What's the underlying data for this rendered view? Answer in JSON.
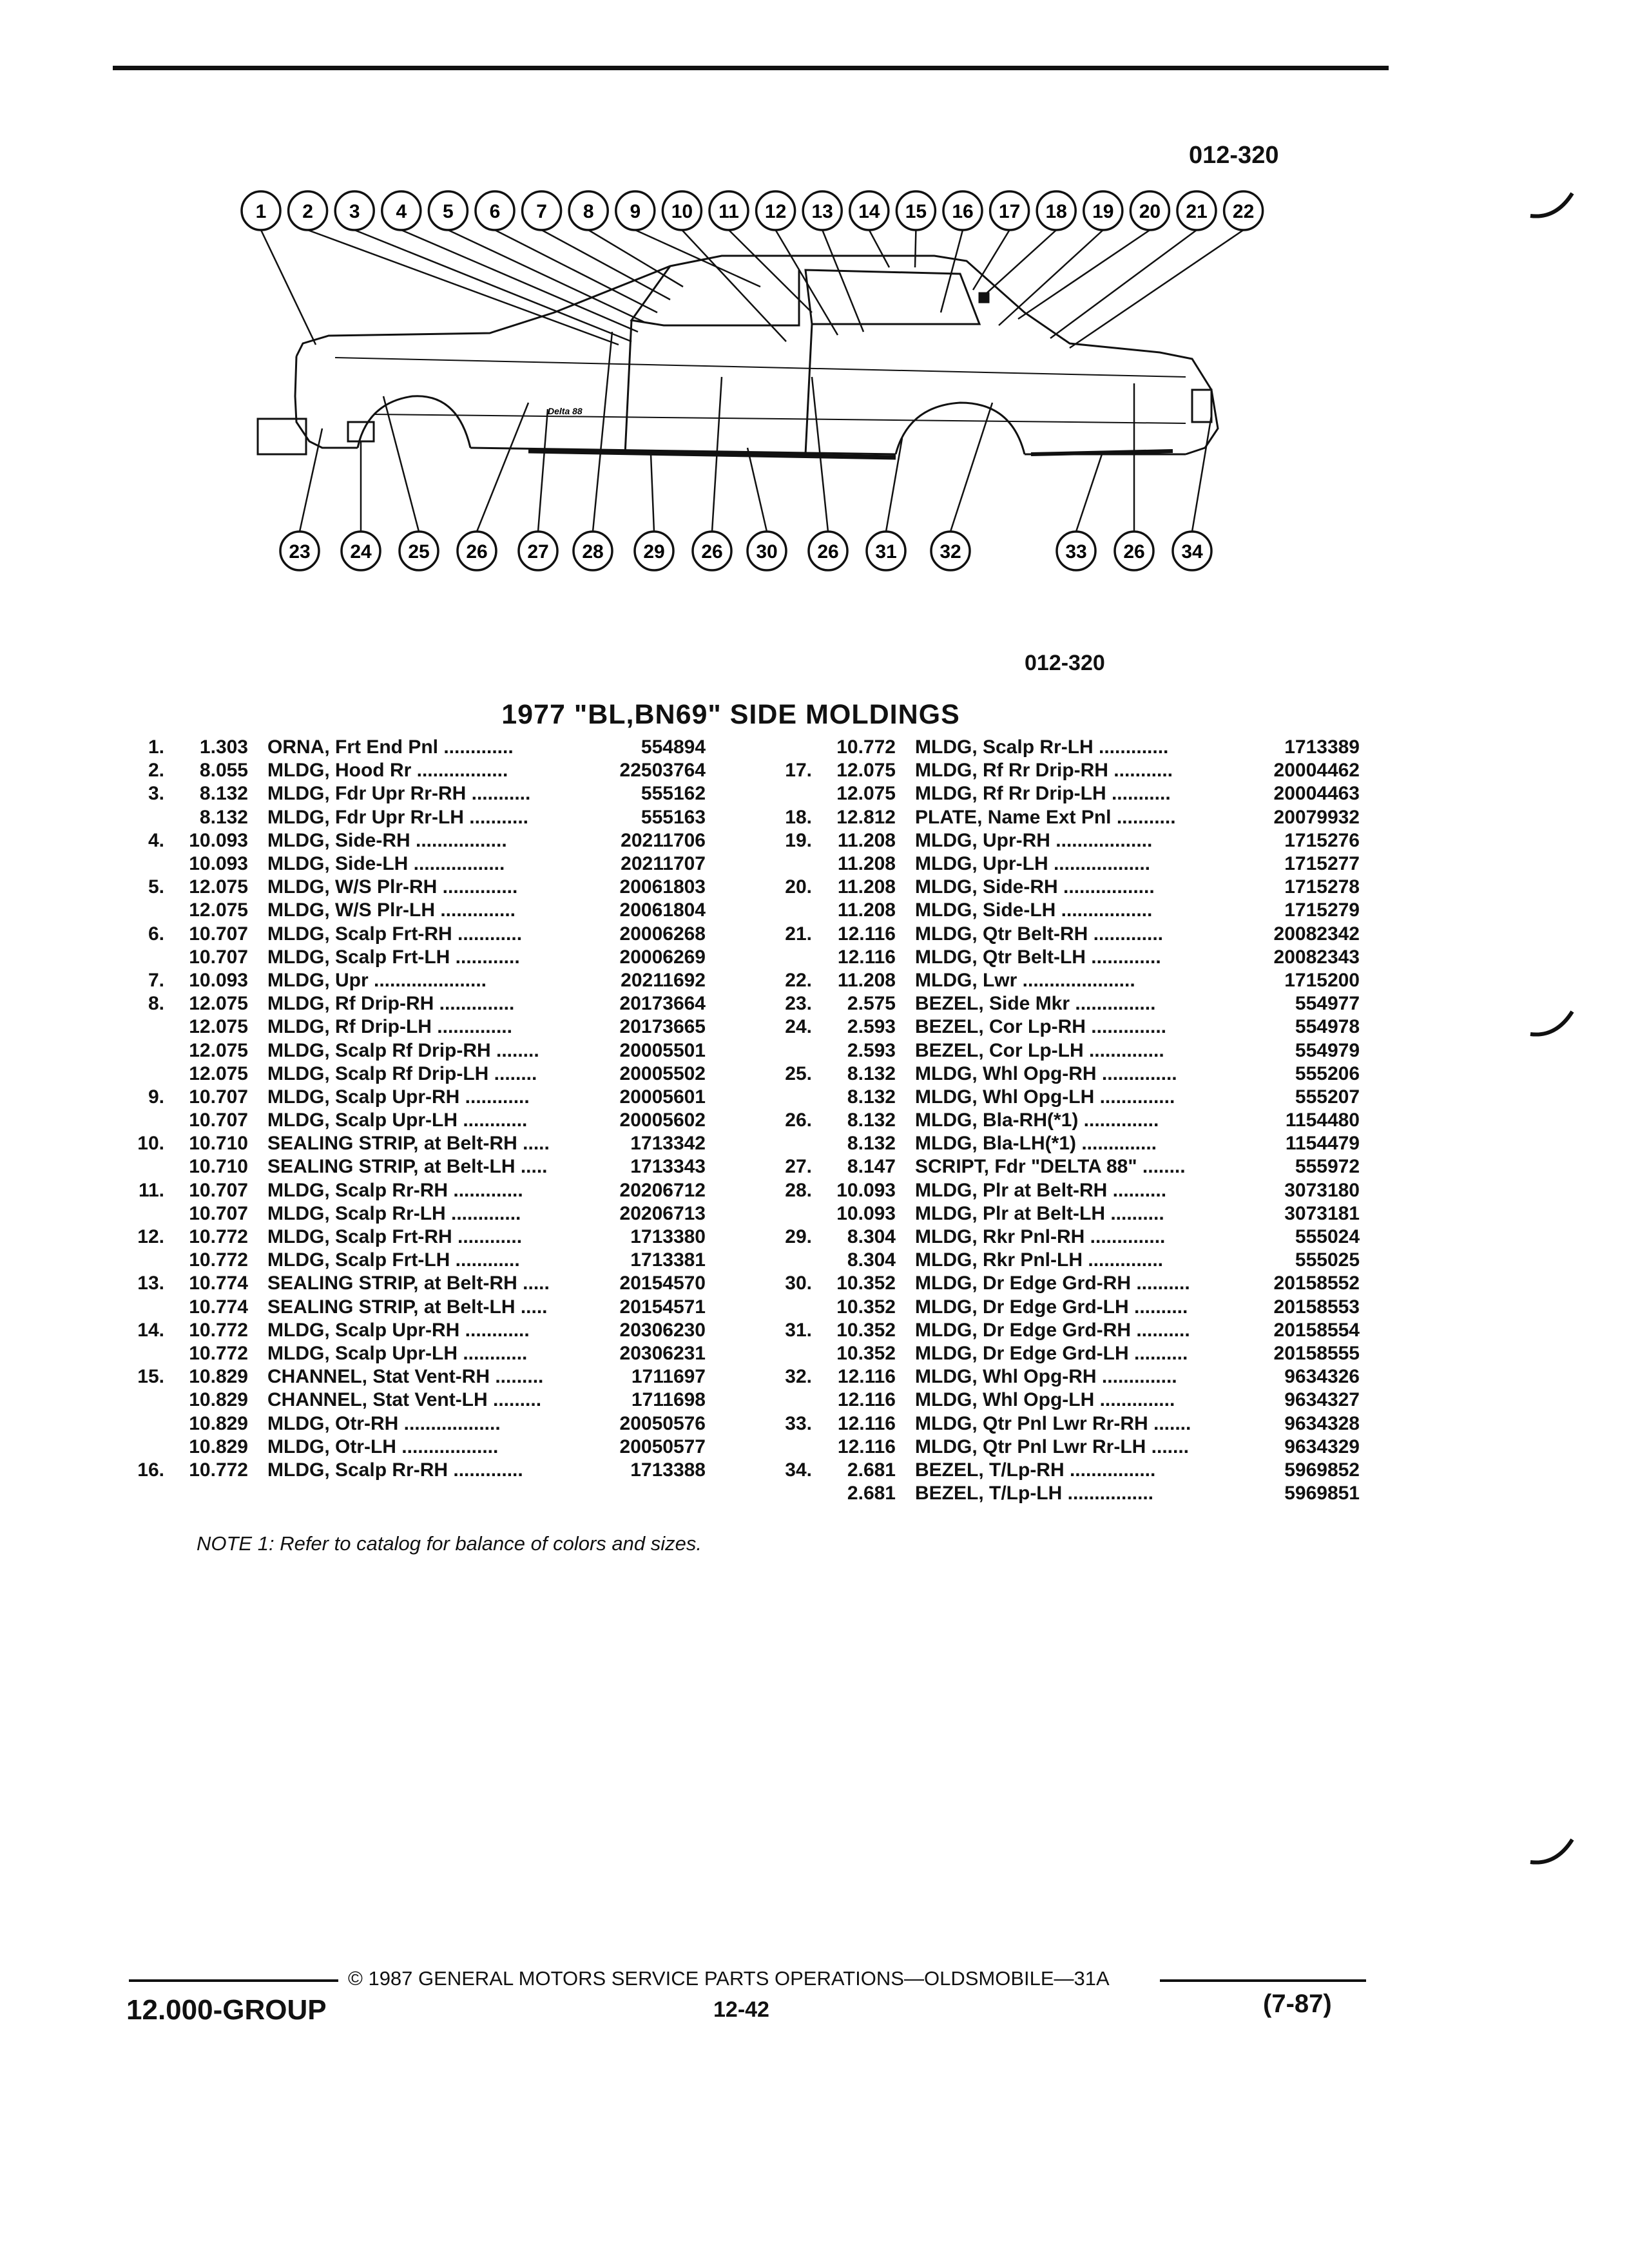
{
  "figure_code": "012-320",
  "figure_code_lower": "012-320",
  "title": "1977 \"BL,BN69\" SIDE MOLDINGS",
  "callouts_top": [
    "1",
    "2",
    "3",
    "4",
    "5",
    "6",
    "7",
    "8",
    "9",
    "10",
    "11",
    "12",
    "13",
    "14",
    "15",
    "16",
    "17",
    "18",
    "19",
    "20",
    "21",
    "22"
  ],
  "callouts_bottom": [
    "23",
    "24",
    "25",
    "26",
    "27",
    "28",
    "29",
    "26",
    "30",
    "26",
    "31",
    "32",
    "33",
    "26",
    "34"
  ],
  "left_column": [
    {
      "n": "1.",
      "g": "1.303",
      "d": "ORNA, Frt End Pnl",
      "p": "554894"
    },
    {
      "n": "2.",
      "g": "8.055",
      "d": "MLDG, Hood Rr",
      "p": "22503764"
    },
    {
      "n": "3.",
      "g": "8.132",
      "d": "MLDG, Fdr Upr Rr-RH",
      "p": "555162"
    },
    {
      "n": "",
      "g": "8.132",
      "d": "MLDG, Fdr Upr Rr-LH",
      "p": "555163"
    },
    {
      "n": "4.",
      "g": "10.093",
      "d": "MLDG, Side-RH",
      "p": "20211706"
    },
    {
      "n": "",
      "g": "10.093",
      "d": "MLDG, Side-LH",
      "p": "20211707"
    },
    {
      "n": "5.",
      "g": "12.075",
      "d": "MLDG, W/S Plr-RH",
      "p": "20061803"
    },
    {
      "n": "",
      "g": "12.075",
      "d": "MLDG, W/S Plr-LH",
      "p": "20061804"
    },
    {
      "n": "6.",
      "g": "10.707",
      "d": "MLDG, Scalp Frt-RH",
      "p": "20006268"
    },
    {
      "n": "",
      "g": "10.707",
      "d": "MLDG, Scalp Frt-LH",
      "p": "20006269"
    },
    {
      "n": "7.",
      "g": "10.093",
      "d": "MLDG, Upr",
      "p": "20211692"
    },
    {
      "n": "8.",
      "g": "12.075",
      "d": "MLDG, Rf Drip-RH",
      "p": "20173664"
    },
    {
      "n": "",
      "g": "12.075",
      "d": "MLDG, Rf Drip-LH",
      "p": "20173665"
    },
    {
      "n": "",
      "g": "12.075",
      "d": "MLDG, Scalp Rf Drip-RH",
      "p": "20005501"
    },
    {
      "n": "",
      "g": "12.075",
      "d": "MLDG, Scalp Rf Drip-LH",
      "p": "20005502"
    },
    {
      "n": "9.",
      "g": "10.707",
      "d": "MLDG, Scalp Upr-RH",
      "p": "20005601"
    },
    {
      "n": "",
      "g": "10.707",
      "d": "MLDG, Scalp Upr-LH",
      "p": "20005602"
    },
    {
      "n": "10.",
      "g": "10.710",
      "d": "SEALING STRIP, at Belt-RH",
      "p": "1713342"
    },
    {
      "n": "",
      "g": "10.710",
      "d": "SEALING STRIP, at Belt-LH",
      "p": "1713343"
    },
    {
      "n": "11.",
      "g": "10.707",
      "d": "MLDG, Scalp Rr-RH",
      "p": "20206712"
    },
    {
      "n": "",
      "g": "10.707",
      "d": "MLDG, Scalp Rr-LH",
      "p": "20206713"
    },
    {
      "n": "12.",
      "g": "10.772",
      "d": "MLDG, Scalp Frt-RH",
      "p": "1713380"
    },
    {
      "n": "",
      "g": "10.772",
      "d": "MLDG, Scalp Frt-LH",
      "p": "1713381"
    },
    {
      "n": "13.",
      "g": "10.774",
      "d": "SEALING STRIP, at Belt-RH",
      "p": "20154570"
    },
    {
      "n": "",
      "g": "10.774",
      "d": "SEALING STRIP, at Belt-LH",
      "p": "20154571"
    },
    {
      "n": "14.",
      "g": "10.772",
      "d": "MLDG, Scalp Upr-RH",
      "p": "20306230"
    },
    {
      "n": "",
      "g": "10.772",
      "d": "MLDG, Scalp Upr-LH",
      "p": "20306231"
    },
    {
      "n": "15.",
      "g": "10.829",
      "d": "CHANNEL, Stat Vent-RH",
      "p": "1711697"
    },
    {
      "n": "",
      "g": "10.829",
      "d": "CHANNEL, Stat Vent-LH",
      "p": "1711698"
    },
    {
      "n": "",
      "g": "10.829",
      "d": "MLDG, Otr-RH",
      "p": "20050576"
    },
    {
      "n": "",
      "g": "10.829",
      "d": "MLDG, Otr-LH",
      "p": "20050577"
    },
    {
      "n": "16.",
      "g": "10.772",
      "d": "MLDG, Scalp Rr-RH",
      "p": "1713388"
    }
  ],
  "right_column": [
    {
      "n": "",
      "g": "10.772",
      "d": "MLDG, Scalp Rr-LH",
      "p": "1713389"
    },
    {
      "n": "17.",
      "g": "12.075",
      "d": "MLDG, Rf Rr Drip-RH",
      "p": "20004462"
    },
    {
      "n": "",
      "g": "12.075",
      "d": "MLDG, Rf Rr Drip-LH",
      "p": "20004463"
    },
    {
      "n": "18.",
      "g": "12.812",
      "d": "PLATE, Name Ext Pnl",
      "p": "20079932"
    },
    {
      "n": "19.",
      "g": "11.208",
      "d": "MLDG, Upr-RH",
      "p": "1715276"
    },
    {
      "n": "",
      "g": "11.208",
      "d": "MLDG, Upr-LH",
      "p": "1715277"
    },
    {
      "n": "20.",
      "g": "11.208",
      "d": "MLDG, Side-RH",
      "p": "1715278"
    },
    {
      "n": "",
      "g": "11.208",
      "d": "MLDG, Side-LH",
      "p": "1715279"
    },
    {
      "n": "21.",
      "g": "12.116",
      "d": "MLDG, Qtr Belt-RH",
      "p": "20082342"
    },
    {
      "n": "",
      "g": "12.116",
      "d": "MLDG, Qtr Belt-LH",
      "p": "20082343"
    },
    {
      "n": "22.",
      "g": "11.208",
      "d": "MLDG, Lwr",
      "p": "1715200"
    },
    {
      "n": "23.",
      "g": "2.575",
      "d": "BEZEL, Side Mkr",
      "p": "554977"
    },
    {
      "n": "24.",
      "g": "2.593",
      "d": "BEZEL, Cor Lp-RH",
      "p": "554978"
    },
    {
      "n": "",
      "g": "2.593",
      "d": "BEZEL, Cor Lp-LH",
      "p": "554979"
    },
    {
      "n": "25.",
      "g": "8.132",
      "d": "MLDG, Whl Opg-RH",
      "p": "555206"
    },
    {
      "n": "",
      "g": "8.132",
      "d": "MLDG, Whl Opg-LH",
      "p": "555207"
    },
    {
      "n": "26.",
      "g": "8.132",
      "d": "MLDG, Bla-RH(*1)",
      "p": "1154480"
    },
    {
      "n": "",
      "g": "8.132",
      "d": "MLDG, Bla-LH(*1)",
      "p": "1154479"
    },
    {
      "n": "27.",
      "g": "8.147",
      "d": "SCRIPT, Fdr \"DELTA 88\"",
      "p": "555972"
    },
    {
      "n": "28.",
      "g": "10.093",
      "d": "MLDG, Plr at Belt-RH",
      "p": "3073180"
    },
    {
      "n": "",
      "g": "10.093",
      "d": "MLDG, Plr at Belt-LH",
      "p": "3073181"
    },
    {
      "n": "29.",
      "g": "8.304",
      "d": "MLDG, Rkr Pnl-RH",
      "p": "555024"
    },
    {
      "n": "",
      "g": "8.304",
      "d": "MLDG, Rkr Pnl-LH",
      "p": "555025"
    },
    {
      "n": "30.",
      "g": "10.352",
      "d": "MLDG, Dr Edge Grd-RH",
      "p": "20158552"
    },
    {
      "n": "",
      "g": "10.352",
      "d": "MLDG, Dr Edge Grd-LH",
      "p": "20158553"
    },
    {
      "n": "31.",
      "g": "10.352",
      "d": "MLDG, Dr Edge Grd-RH",
      "p": "20158554"
    },
    {
      "n": "",
      "g": "10.352",
      "d": "MLDG, Dr Edge Grd-LH",
      "p": "20158555"
    },
    {
      "n": "32.",
      "g": "12.116",
      "d": "MLDG, Whl Opg-RH",
      "p": "9634326"
    },
    {
      "n": "",
      "g": "12.116",
      "d": "MLDG, Whl Opg-LH",
      "p": "9634327"
    },
    {
      "n": "33.",
      "g": "12.116",
      "d": "MLDG, Qtr Pnl Lwr Rr-RH",
      "p": "9634328"
    },
    {
      "n": "",
      "g": "12.116",
      "d": "MLDG, Qtr Pnl Lwr Rr-LH",
      "p": "9634329"
    },
    {
      "n": "34.",
      "g": "2.681",
      "d": "BEZEL, T/Lp-RH",
      "p": "5969852"
    },
    {
      "n": "",
      "g": "2.681",
      "d": "BEZEL, T/Lp-LH",
      "p": "5969851"
    }
  ],
  "note": "NOTE 1: Refer to catalog for balance of colors and sizes.",
  "footer": {
    "copyright": "© 1987 GENERAL MOTORS SERVICE PARTS OPERATIONS—OLDSMOBILE—31A",
    "group": "12.000-GROUP",
    "page": "12-42",
    "date": "(7-87)"
  },
  "car_script": "Delta 88"
}
